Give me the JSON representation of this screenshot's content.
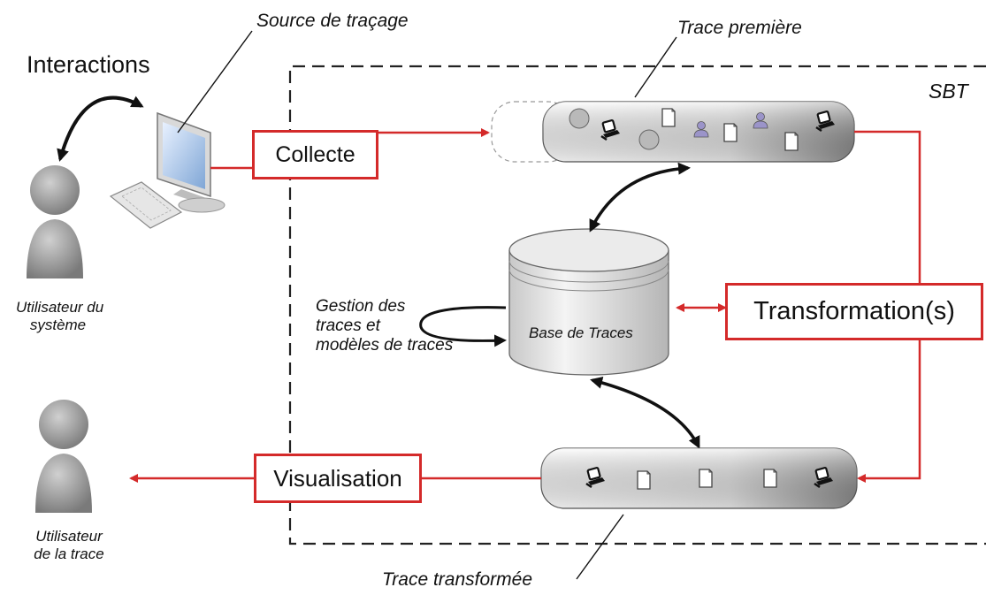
{
  "labels": {
    "source": "Source de traçage",
    "trace_premiere": "Trace première",
    "interactions": "Interactions",
    "sbt": "SBT",
    "user_system_l1": "Utilisateur du",
    "user_system_l2": "système",
    "gestion_l1": "Gestion des",
    "gestion_l2": "traces et",
    "gestion_l3": "modèles de traces",
    "base": "Base de Traces",
    "user_trace_l1": "Utilisateur",
    "user_trace_l2": "de la trace",
    "trace_transformee": "Trace transformée"
  },
  "boxes": {
    "collecte": "Collecte",
    "transformation": "Transformation(s)",
    "visualisation": "Visualisation"
  },
  "colors": {
    "flow_red": "#d42a2a",
    "dashed_border": "#222222",
    "person_gray": "#9a9a9a"
  },
  "icons": {
    "trace_premiere_items": [
      "circle",
      "computer",
      "circle",
      "document",
      "user",
      "document",
      "user",
      "document",
      "computer"
    ],
    "trace_transformee_items": [
      "computer",
      "document",
      "document",
      "document",
      "computer"
    ]
  }
}
